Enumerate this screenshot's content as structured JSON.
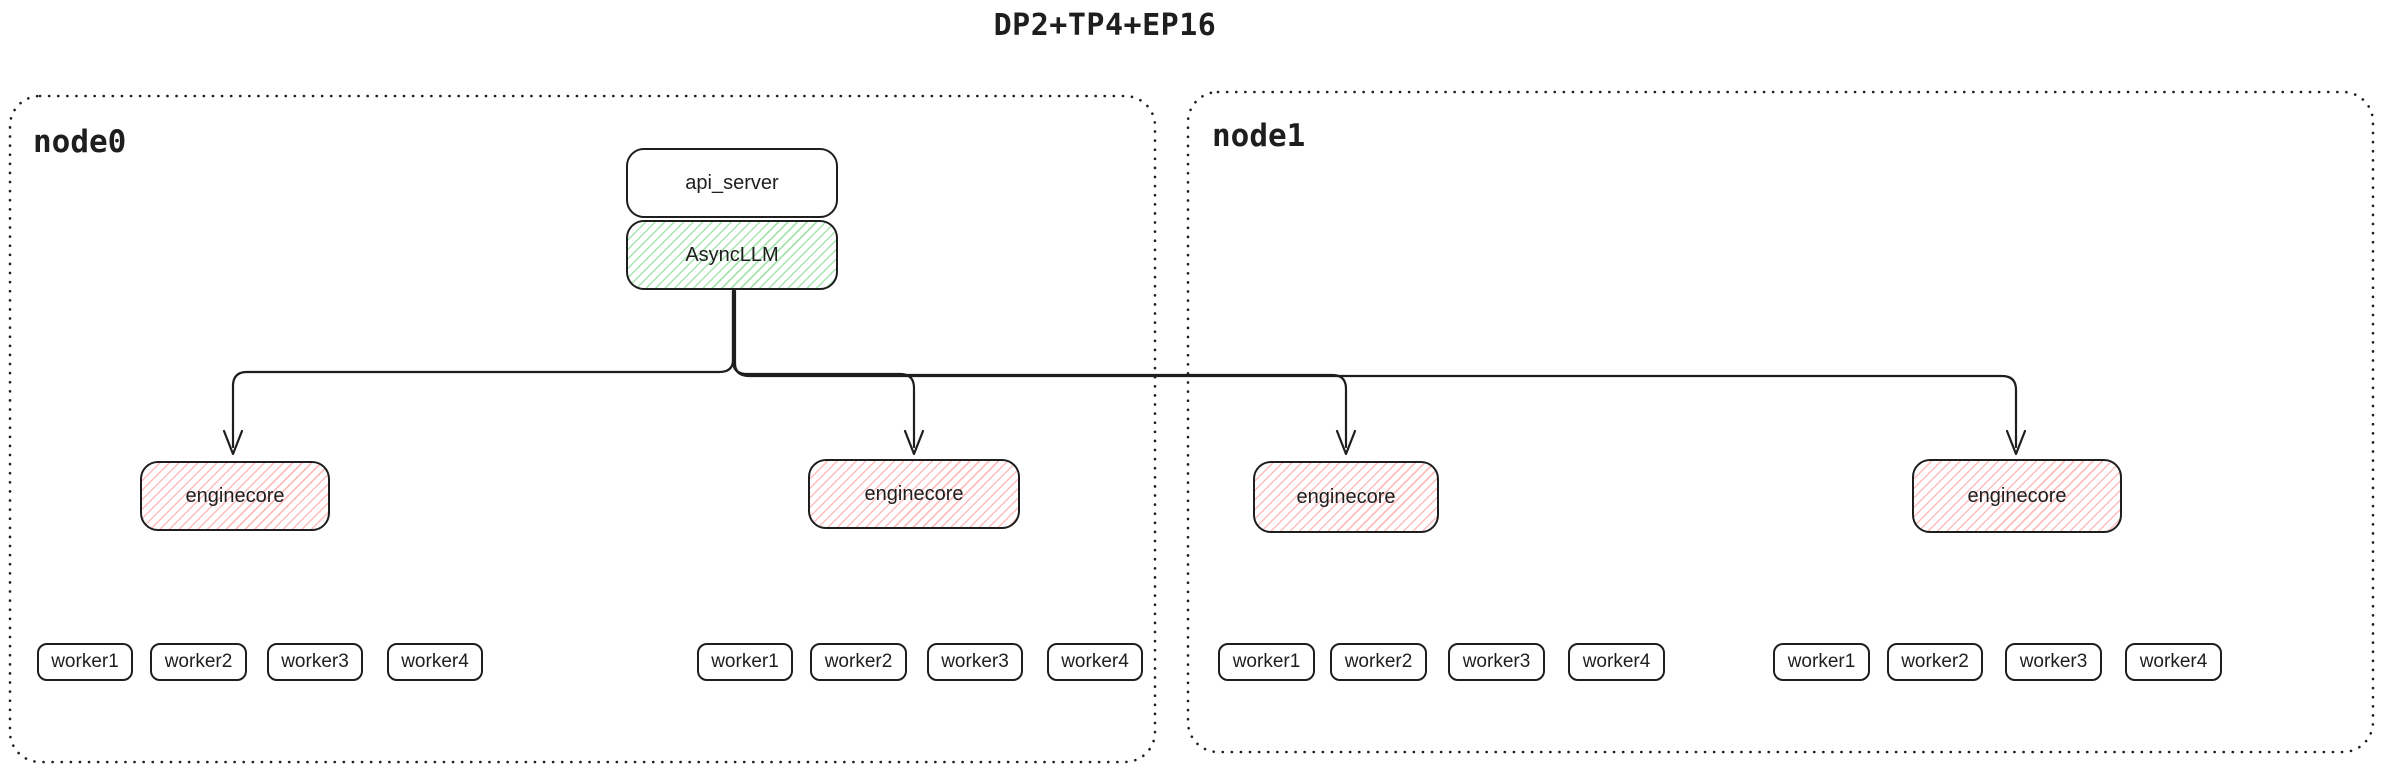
{
  "title": "DP2+TP4+EP16",
  "colors": {
    "stroke": "#1e1e1e",
    "background": "#ffffff",
    "green_hatch": "#a5e5ad",
    "red_hatch": "#ffbcbc"
  },
  "nodes": [
    {
      "label": "node0"
    },
    {
      "label": "node1"
    }
  ],
  "api_server": {
    "label": "api_server"
  },
  "async_llm": {
    "label": "AsyncLLM"
  },
  "enginecores": [
    {
      "label": "enginecore"
    },
    {
      "label": "enginecore"
    },
    {
      "label": "enginecore"
    },
    {
      "label": "enginecore"
    }
  ],
  "worker_groups": [
    {
      "workers": [
        "worker1",
        "worker2",
        "worker3",
        "worker4"
      ]
    },
    {
      "workers": [
        "worker1",
        "worker2",
        "worker3",
        "worker4"
      ]
    },
    {
      "workers": [
        "worker1",
        "worker2",
        "worker3",
        "worker4"
      ]
    },
    {
      "workers": [
        "worker1",
        "worker2",
        "worker3",
        "worker4"
      ]
    }
  ]
}
